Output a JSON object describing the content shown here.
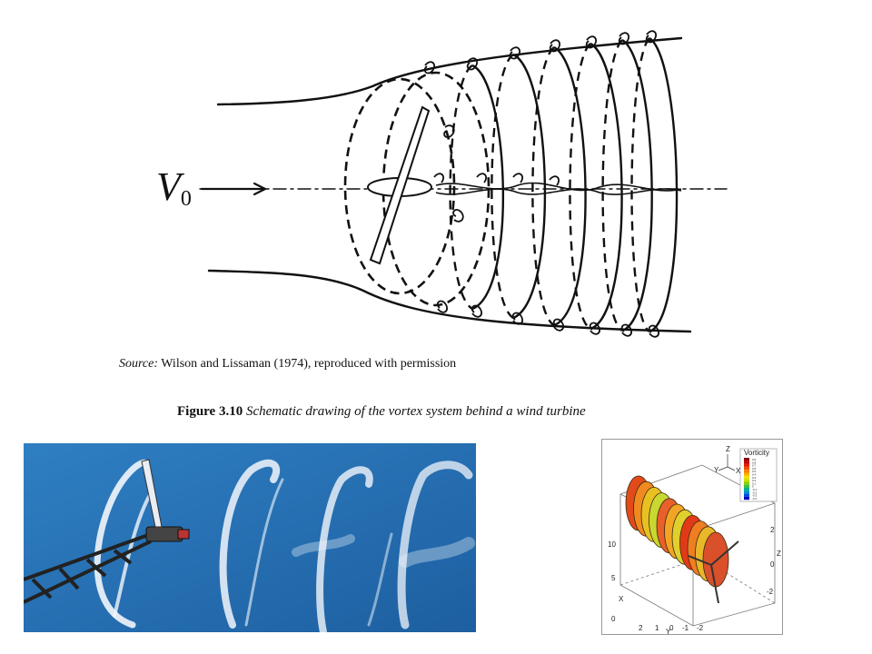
{
  "figure": {
    "velocity_symbol": "V",
    "velocity_subscript": "0",
    "source_label": "Source:",
    "source_text": "Wilson and Lissaman (1974), reproduced with permission",
    "caption_number": "Figure 3.10",
    "caption_text": "Schematic drawing of the vortex system behind a wind turbine"
  },
  "simulation": {
    "legend_title": "Vorticity",
    "legend_colors": [
      "#8b0000",
      "#c40000",
      "#e02000",
      "#f05000",
      "#f88000",
      "#f8b000",
      "#f0e000",
      "#c8e000",
      "#80d000",
      "#40c040",
      "#00b090",
      "#0090d0",
      "#0050e0",
      "#0000c0"
    ],
    "legend_values": [
      "0.9",
      "0.8",
      "0.7",
      "0.6",
      "0.5",
      "0.4",
      "0.3",
      "0.2",
      "0.1",
      "0",
      "-0.1",
      "-0.2",
      "-0.3",
      "-0.4"
    ],
    "axis_x_label": "X",
    "axis_y_label": "Y",
    "axis_z_label": "Z",
    "x_ticks": [
      "0",
      "5",
      "10"
    ],
    "y_ticks": [
      "2",
      "1",
      "0",
      "-1",
      "-2"
    ],
    "z_ticks": [
      "2",
      "0",
      "-2"
    ]
  }
}
